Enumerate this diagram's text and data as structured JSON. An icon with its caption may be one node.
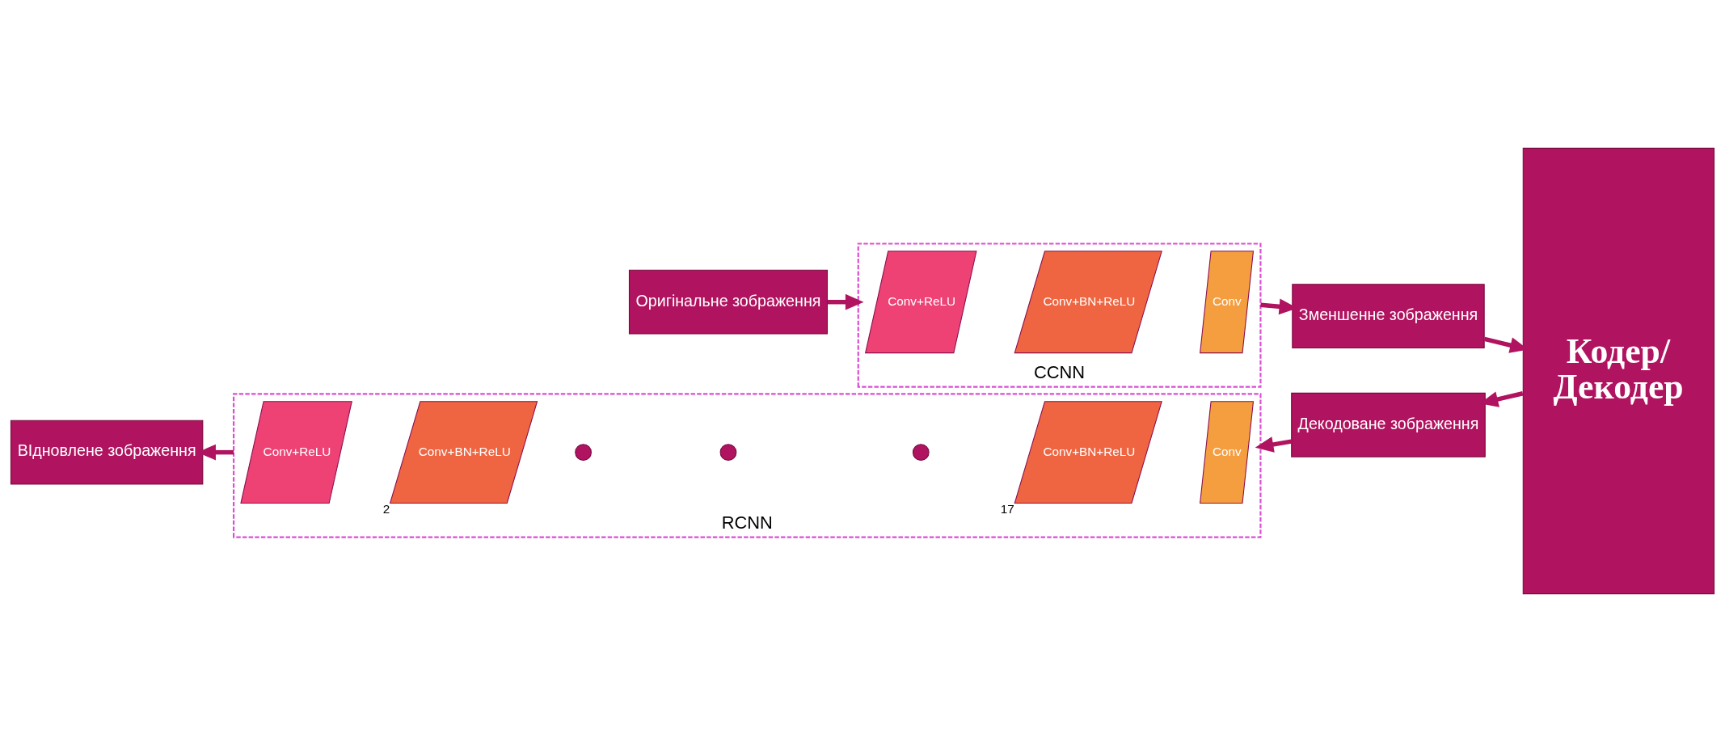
{
  "diagram": {
    "nodes": [
      {
        "text": [
          "Оригінальне зображення"
        ]
      },
      {
        "text": [
          "CCNN"
        ]
      },
      {
        "text": [
          "Conv+ReLU"
        ],
        "in": 1
      },
      {
        "text": [
          "Conv+BN+ReLU"
        ],
        "in": 1
      },
      {
        "text": [
          "Conv"
        ],
        "in": 1
      },
      {
        "text": [
          "Зменшенне зображення"
        ]
      },
      {
        "text": [
          "Кодер/ Декодер"
        ]
      },
      {
        "text": [
          "Декодоване зображення"
        ]
      },
      {
        "text": [
          "RCNN"
        ]
      },
      {
        "text": [
          "Conv+ReLU"
        ],
        "in": 8
      },
      {
        "text": [
          "Conv+BN+ReLU"
        ],
        "in": 8,
        "beside": [
          "2"
        ]
      },
      {
        "text": [],
        "shape": "circle",
        "in": 8
      },
      {
        "text": [],
        "shape": "circle",
        "in": 8
      },
      {
        "text": [],
        "shape": "circle",
        "in": 8
      },
      {
        "text": [
          "Conv+BN+ReLU"
        ],
        "in": 8,
        "beside": [
          "17"
        ]
      },
      {
        "text": [
          "Conv"
        ],
        "in": 8
      },
      {
        "text": [
          "ВІдновлене зображення"
        ]
      }
    ],
    "edges": [
      {
        "from": 0,
        "to": 1,
        "arrow": "to"
      },
      {
        "from": 1,
        "to": 5,
        "arrow": "to"
      },
      {
        "from": 5,
        "to": 6,
        "arrow": "to"
      },
      {
        "from": 6,
        "to": 7,
        "arrow": "to"
      },
      {
        "from": 7,
        "to": 8,
        "arrow": "to"
      },
      {
        "from": 8,
        "to": 16,
        "arrow": "to"
      }
    ]
  }
}
